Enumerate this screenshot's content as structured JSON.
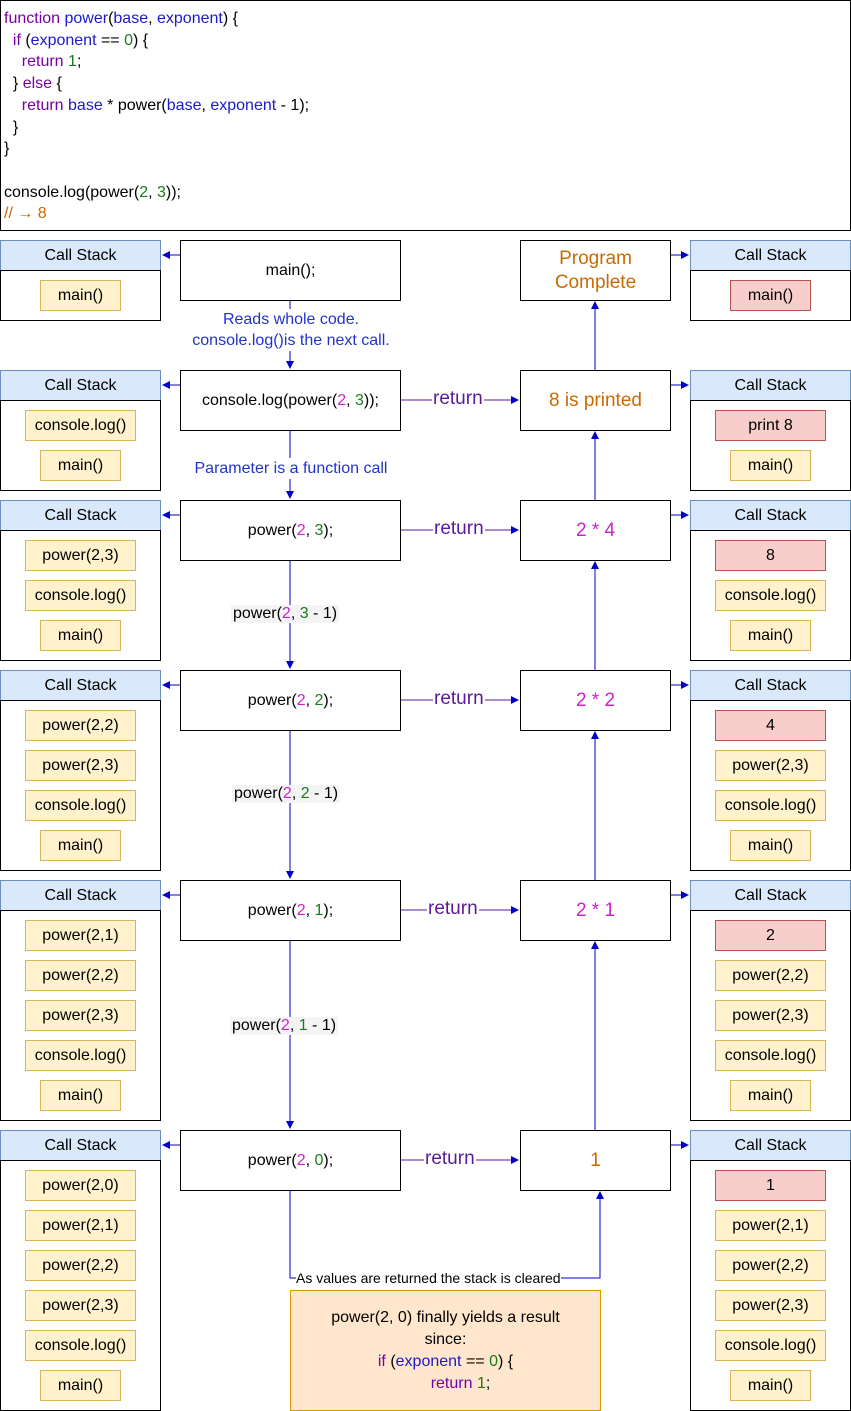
{
  "code": {
    "lines": [
      "function power(base, exponent) {",
      "  if (exponent == 0) {",
      "    return 1;",
      "  } else {",
      "    return base * power(base, exponent - 1);",
      "  }",
      "}",
      "",
      "console.log(power(2, 3));",
      "// → 8"
    ]
  },
  "stack_title": "Call Stack",
  "left_calls": {
    "main": "main();",
    "console": "console.log(power(2, 3));",
    "p3": "power(2, 3);",
    "p2": "power(2, 2);",
    "p1": "power(2, 1);",
    "p0": "power(2, 0);"
  },
  "notes": {
    "reads_line1": "Reads whole code.",
    "reads_line2": "console.log()is the next call.",
    "param": "Parameter is a function call",
    "step_p3": "power(2, 3 - 1)",
    "step_p2": "power(2, 2 - 1)",
    "step_p1": "power(2, 1 - 1)",
    "cleared": "As values are returned the stack is cleared",
    "return_label": "return"
  },
  "right_results": {
    "complete_line1": "Program",
    "complete_line2": "Complete",
    "printed": "8 is printed",
    "r24": "2 * 4",
    "r22": "2 * 2",
    "r21": "2 * 1",
    "r1": "1"
  },
  "final_note": {
    "line1": "power(2, 0) finally yields a result",
    "line2": "since:",
    "line3": "if (exponent == 0) {",
    "line4": "return 1;"
  },
  "left_stacks": [
    [
      "main()"
    ],
    [
      "console.log()",
      "main()"
    ],
    [
      "power(2,3)",
      "console.log()",
      "main()"
    ],
    [
      "power(2,2)",
      "power(2,3)",
      "console.log()",
      "main()"
    ],
    [
      "power(2,1)",
      "power(2,2)",
      "power(2,3)",
      "console.log()",
      "main()"
    ],
    [
      "power(2,0)",
      "power(2,1)",
      "power(2,2)",
      "power(2,3)",
      "console.log()",
      "main()"
    ]
  ],
  "right_stacks": [
    [
      "main()"
    ],
    [
      "print 8",
      "main()"
    ],
    [
      "8",
      "console.log()",
      "main()"
    ],
    [
      "4",
      "power(2,3)",
      "console.log()",
      "main()"
    ],
    [
      "2",
      "power(2,2)",
      "power(2,3)",
      "console.log()",
      "main()"
    ],
    [
      "1",
      "power(2,1)",
      "power(2,2)",
      "power(2,3)",
      "console.log()",
      "main()"
    ]
  ],
  "colors": {
    "arrow": "#0000cc",
    "return_arrow": "#5a1a9a",
    "frame_fill": "#fff2cc",
    "result_frame_fill": "#f8cecc",
    "stack_header_fill": "#dae8fc",
    "final_note_fill": "#ffe6cc"
  }
}
